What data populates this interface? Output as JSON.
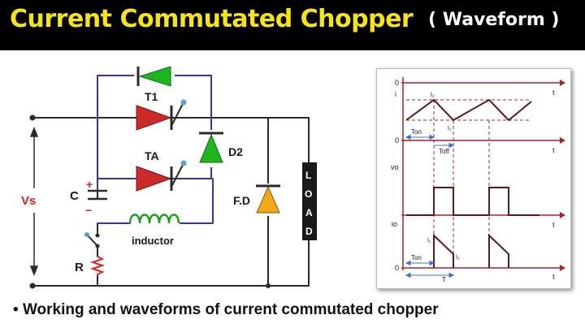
{
  "header": {
    "title": "Current Commutated Chopper",
    "subtitle": "( Waveform )"
  },
  "circuit": {
    "labels": {
      "t1": "T1",
      "ta": "TA",
      "d2": "D2",
      "fd": "F.D",
      "vs": "Vs",
      "c": "C",
      "plus": "+",
      "minus": "−",
      "inductor": "inductor",
      "r": "R",
      "load_letters": [
        "L",
        "O",
        "A",
        "D"
      ]
    },
    "colors": {
      "wire": "#2a2a2a",
      "loop": "#3a2fb5",
      "diode_green": "#1fb51f",
      "thyristor_red": "#cc2a2a",
      "freewheel_orange": "#f2a818",
      "vs_label": "#d42020",
      "inductor": "#1aa31a",
      "tip": "#5aa3c8"
    }
  },
  "waveforms": {
    "zero_labels": [
      "0",
      "0",
      "0"
    ],
    "t_labels": [
      "t",
      "t",
      "t",
      "t"
    ],
    "axis_labels": {
      "i": "i",
      "vo": "vo",
      "io": "io"
    },
    "markers": {
      "i2": "i₂",
      "i1": "i₁",
      "ton": "Ton",
      "toff": "Toff",
      "ton_bottom": "Ton",
      "i1_bottom": "i₁",
      "i2_bottom": "i₂",
      "period": "T"
    },
    "colors": {
      "axis": "#a0242b",
      "trace": "#5a1a1a",
      "dashes": "#a0242b",
      "arrows": "#3a6fd0"
    }
  },
  "caption": {
    "bullet": "•",
    "text": "Working and waveforms of current commutated chopper"
  }
}
